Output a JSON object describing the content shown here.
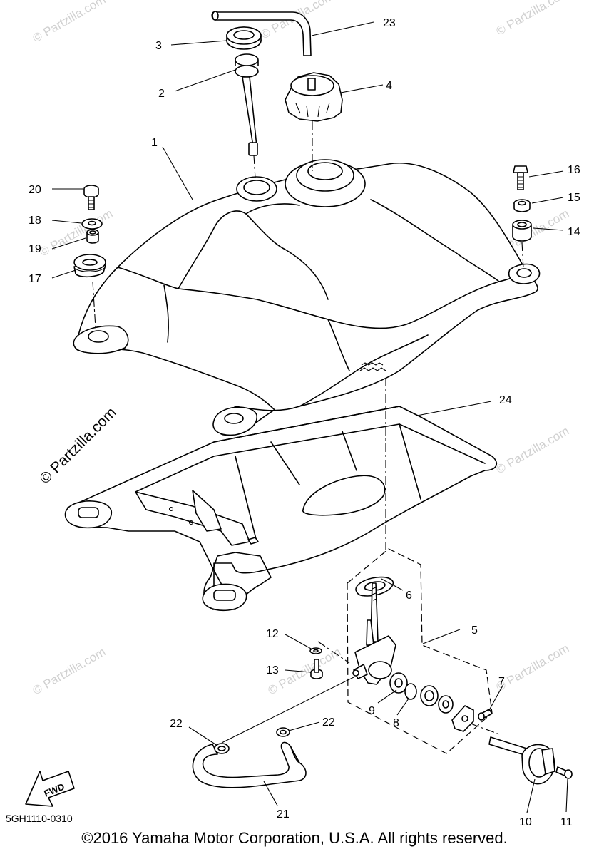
{
  "diagram_code": "5GH1110-0310",
  "copyright": "©2016 Yamaha Motor Corporation, U.S.A. All rights reserved.",
  "watermark": "© Partzilla.com",
  "fwd_label": "FWD",
  "callouts": {
    "c1": "1",
    "c2": "2",
    "c3": "3",
    "c4": "4",
    "c5": "5",
    "c6": "6",
    "c7": "7",
    "c8": "8",
    "c9": "9",
    "c10": "10",
    "c11": "11",
    "c12": "12",
    "c13": "13",
    "c14": "14",
    "c15": "15",
    "c16": "16",
    "c17": "17",
    "c18": "18",
    "c19": "19",
    "c20": "20",
    "c21": "21",
    "c22a": "22",
    "c22b": "22",
    "c23": "23",
    "c24": "24"
  }
}
